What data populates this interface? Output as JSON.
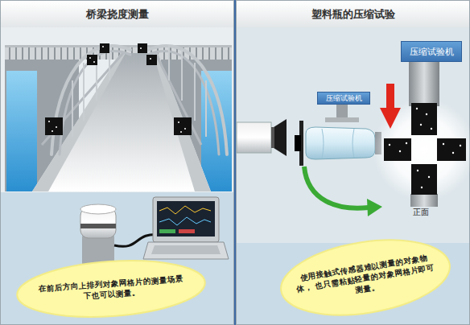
{
  "diagram": {
    "nodes": [
      {
        "text": [
          "桥梁挠度测量"
        ]
      },
      {
        "text": [
          "在前后方向上排列对象网格片的测量场景 下也可以测量。"
        ],
        "in": 0
      },
      {
        "text": [
          "塑料瓶的压缩试验"
        ]
      },
      {
        "text": [
          "压缩试验机"
        ],
        "in": 2
      },
      {
        "text": [
          "压缩试验机"
        ],
        "in": 2
      },
      {
        "text": [
          "使用接触式传感器难以测量的对象物体， 也只需粘贴轻量的对象网格片即可测量。"
        ],
        "in": 2
      }
    ],
    "labels": [
      "正面"
    ]
  }
}
